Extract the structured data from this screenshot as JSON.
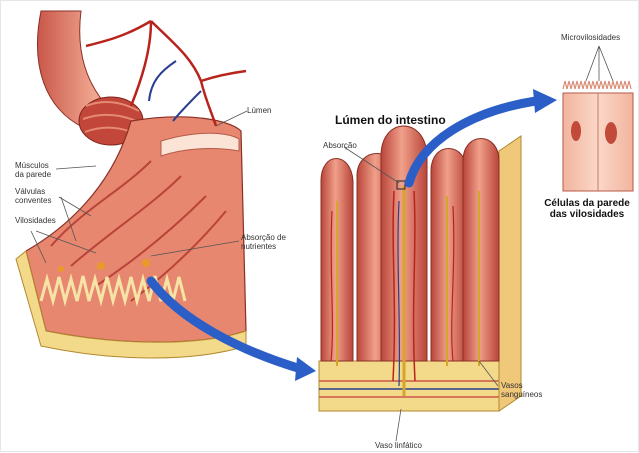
{
  "labels": {
    "lumen": "Lúmen",
    "musculos_l1": "Músculos",
    "musculos_l2": "da parede",
    "valvulas_l1": "Válvulas",
    "valvulas_l2": "conventes",
    "vilosidades": "Vilosidades",
    "absorcao_nutrientes_l1": "Absorção de",
    "absorcao_nutrientes_l2": "nutrientes",
    "absorcao": "Absorção",
    "lumen_intestino": "Lúmen do intestino",
    "microvilosidades": "Microvilosidades",
    "celulas_l1": "Células da parede",
    "celulas_l2": "das vilosidades",
    "vasos_l1": "Vasos",
    "vasos_l2": "sanguíneos",
    "vaso_linfatico": "Vaso linfático"
  },
  "colors": {
    "tissue": "#d9634f",
    "tissue_dark": "#a8372a",
    "tissue_light": "#f2b29e",
    "fat": "#f3d98a",
    "artery": "#b8241c",
    "vein": "#2a3f8f",
    "lymph": "#d4a62a",
    "arrow": "#2b5fc7",
    "cell": "#f6c7b3"
  }
}
